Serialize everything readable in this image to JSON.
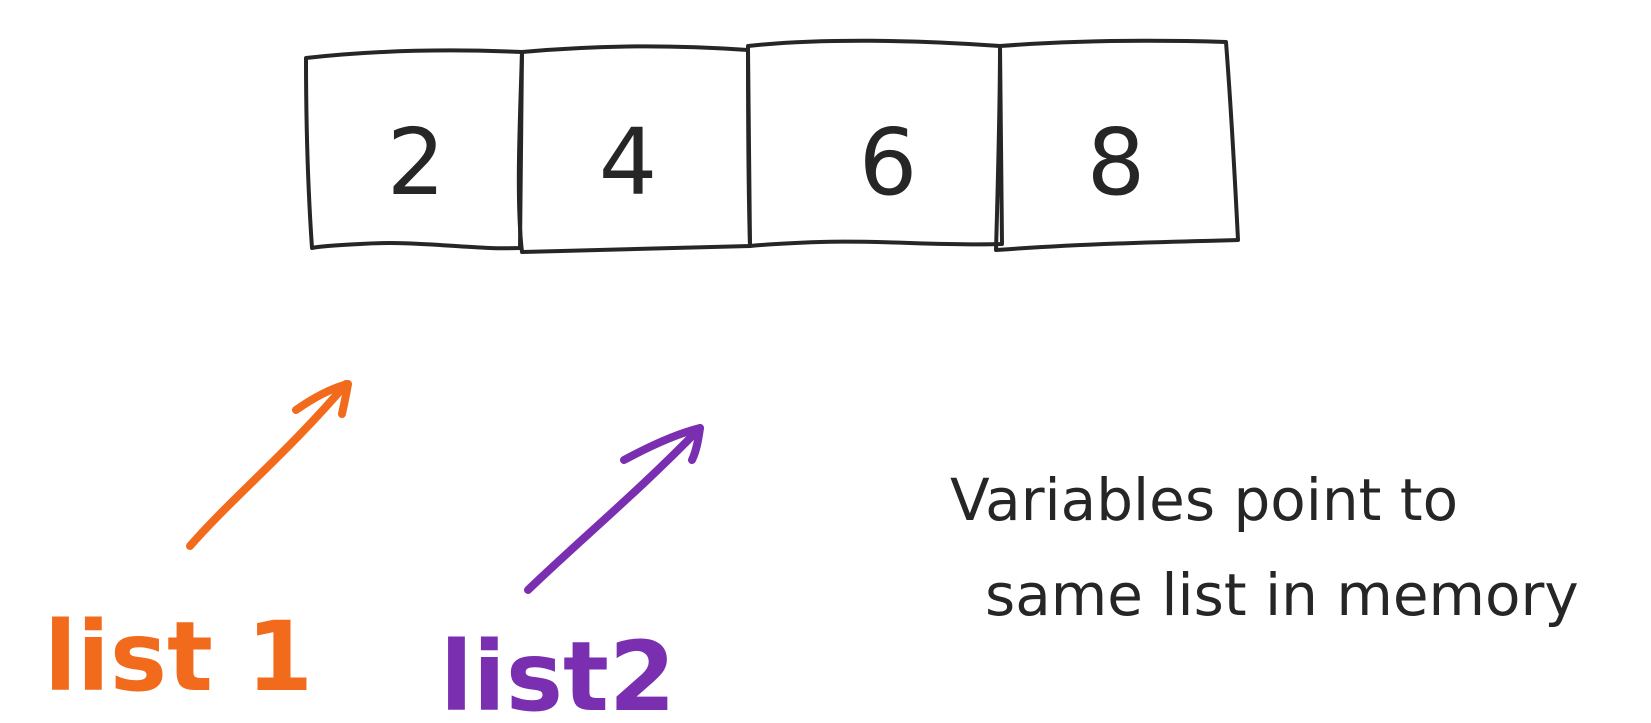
{
  "diagram": {
    "list_cells": [
      "2",
      "4",
      "6",
      "8"
    ],
    "variables": [
      {
        "name": "list 1",
        "color": "#f26a1b"
      },
      {
        "name": "list2",
        "color": "#7a2fb0"
      }
    ],
    "note": {
      "line1": "Variables point to",
      "line2": "same list in memory"
    },
    "colors": {
      "ink": "#262626",
      "background": "#ffffff"
    }
  }
}
